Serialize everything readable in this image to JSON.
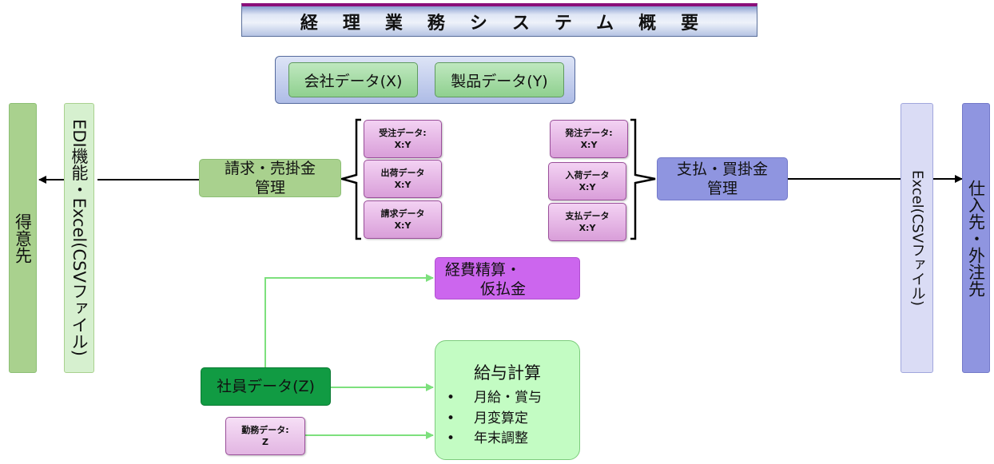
{
  "title": "経理業務システム概要",
  "master_data": {
    "company": "会社データ(X)",
    "product": "製品データ(Y)"
  },
  "left": {
    "customer": "得意先",
    "edi": "EDI機能・Excel(CSVファイル)"
  },
  "right": {
    "excel": "Excel(CSVファイル)",
    "supplier": "仕入先・外注先"
  },
  "billing": {
    "line1": "請求・売掛金",
    "line2": "管理",
    "chips": [
      {
        "name": "受注データ:",
        "code": "X:Y"
      },
      {
        "name": "出荷データ",
        "code": "X:Y"
      },
      {
        "name": "請求データ",
        "code": "X:Y"
      }
    ]
  },
  "payment": {
    "line1": "支払・買掛金",
    "line2": "管理",
    "chips": [
      {
        "name": "発注データ:",
        "code": "X:Y"
      },
      {
        "name": "入荷データ",
        "code": "X:Y"
      },
      {
        "name": "支払データ",
        "code": "X:Y"
      }
    ]
  },
  "expense": {
    "line1": "経費精算・",
    "line2": "仮払金"
  },
  "employee": "社員データ(Z)",
  "attendance": {
    "name": "勤務データ:",
    "code": "Z"
  },
  "payroll": {
    "title": "給与計算",
    "bullet": "•",
    "items": [
      "月給・賞与",
      "月変算定",
      "年末調整"
    ]
  },
  "colors": {
    "title_accent": "#8b0f7a",
    "green_box": "#a9d18e",
    "green_dark": "#119b43",
    "blue_box": "#8f95e0",
    "pink_box": "#cc66ee",
    "payroll_bg": "#c3fcc3",
    "flow_line": "#7de07d"
  }
}
